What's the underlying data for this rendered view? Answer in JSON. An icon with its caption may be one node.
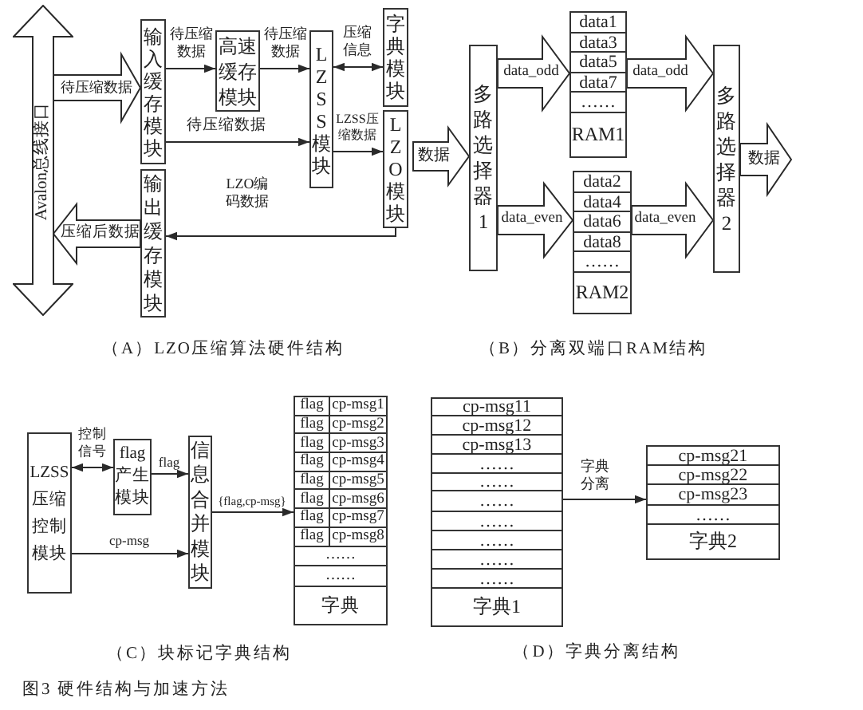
{
  "diagram": {
    "caption": "图3 硬件结构与加速方法",
    "nodes": [
      {
        "text": [
          "Avalon总线接口"
        ]
      },
      {
        "text": [
          "输入缓存模块"
        ]
      },
      {
        "text": [
          "高速缓存模块"
        ]
      },
      {
        "text": [
          "LZSS模块"
        ]
      },
      {
        "text": [
          "字典模块"
        ]
      },
      {
        "text": [
          "LZO模块"
        ]
      },
      {
        "text": [
          "输出缓存模块"
        ]
      },
      {
        "text": [
          "多路选择器1"
        ]
      },
      {
        "text": [
          "data1",
          "data3",
          "data5",
          "data7",
          "……",
          "RAM1"
        ]
      },
      {
        "text": [
          "data2",
          "data4",
          "data6",
          "data8",
          "……",
          "RAM2"
        ]
      },
      {
        "text": [
          "多路选择器2"
        ]
      },
      {
        "text": [
          "LZSS压缩控制模块"
        ]
      },
      {
        "text": [
          "flag产生模块"
        ]
      },
      {
        "text": [
          "信息合并模块"
        ]
      },
      {
        "text": [
          "flag",
          "cp-msg1",
          "flag",
          "cp-msg2",
          "flag",
          "cp-msg3",
          "flag",
          "cp-msg4",
          "flag",
          "cp-msg5",
          "flag",
          "cp-msg6",
          "flag",
          "cp-msg7",
          "flag",
          "cp-msg8",
          "……",
          "……",
          "字典"
        ]
      },
      {
        "text": [
          "cp-msg11",
          "cp-msg12",
          "cp-msg13",
          "……",
          "……",
          "……",
          "……",
          "……",
          "……",
          "……",
          "字典1"
        ]
      },
      {
        "text": [
          "cp-msg21",
          "cp-msg22",
          "cp-msg23",
          "……",
          "字典2"
        ]
      }
    ],
    "edges": [
      {
        "from": 0,
        "to": 1,
        "arrow": "to",
        "label": "待压缩数据",
        "style": "thick"
      },
      {
        "from": 6,
        "to": 0,
        "arrow": "to",
        "label": "压缩后数据",
        "style": "thick"
      },
      {
        "from": 1,
        "to": 2,
        "arrow": "to",
        "label": "待压缩数据"
      },
      {
        "from": 2,
        "to": 3,
        "arrow": "to",
        "label": "待压缩数据"
      },
      {
        "from": 3,
        "to": 4,
        "arrow": "both",
        "label": "压缩信息"
      },
      {
        "from": 1,
        "to": 3,
        "arrow": "to",
        "label": "待压缩数据"
      },
      {
        "from": 3,
        "to": 5,
        "arrow": "to",
        "label": "LZSS压缩数据"
      },
      {
        "from": 5,
        "to": 6,
        "arrow": "to",
        "label": "LZO编码数据"
      },
      {
        "from": null,
        "to": 7,
        "arrow": "to",
        "label": "数据",
        "style": "thick"
      },
      {
        "from": 7,
        "to": 8,
        "arrow": "to",
        "label": "data_odd",
        "style": "thick"
      },
      {
        "from": 7,
        "to": 9,
        "arrow": "to",
        "label": "data_even",
        "style": "thick"
      },
      {
        "from": 8,
        "to": 10,
        "arrow": "to",
        "label": "data_odd",
        "style": "thick"
      },
      {
        "from": 9,
        "to": 10,
        "arrow": "to",
        "label": "data_even",
        "style": "thick"
      },
      {
        "from": 10,
        "to": null,
        "arrow": "to",
        "label": "数据",
        "style": "thick"
      },
      {
        "from": 11,
        "to": 12,
        "arrow": "both",
        "label": "控制信号"
      },
      {
        "from": 12,
        "to": 13,
        "arrow": "to",
        "label": "flag"
      },
      {
        "from": 11,
        "to": 13,
        "arrow": "to",
        "label": "cp-msg"
      },
      {
        "from": 13,
        "to": 14,
        "arrow": "to",
        "label": "{flag,cp-msg}"
      },
      {
        "from": 15,
        "to": 16,
        "arrow": "to",
        "label": "字典分离"
      }
    ],
    "labels": [
      "（A）LZO压缩算法硬件结构",
      "（B）分离双端口RAM结构",
      "（C）块标记字典结构",
      "（D）字典分离结构"
    ]
  }
}
